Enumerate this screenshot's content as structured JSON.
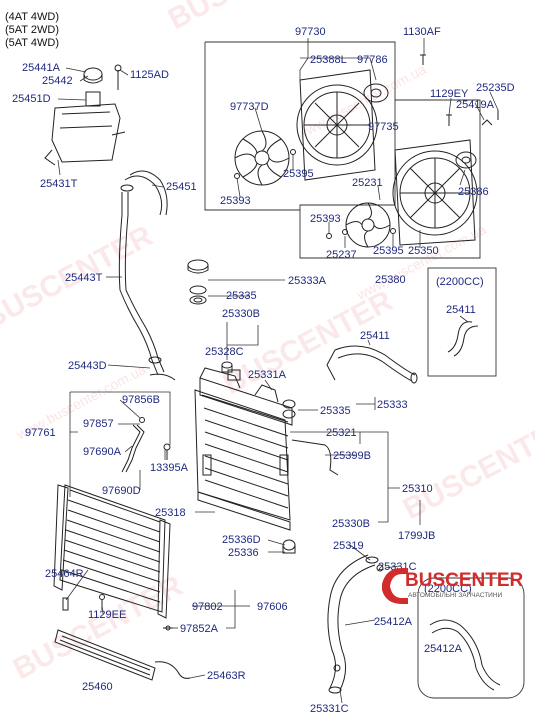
{
  "variant_notes": [
    "(4AT 4WD)",
    "(5AT 2WD)",
    "(5AT 4WD)"
  ],
  "inset_labels": {
    "upper": "(2200CC)",
    "lower": "(2200CC)"
  },
  "watermark": {
    "text": "BUSCENTER",
    "url_text": "www.buscenter.com.ua"
  },
  "logo": {
    "main": "BUSCENTER",
    "tagline": "АВТОМОБІЛЬНІ ЗАПЧАСТИНИ"
  },
  "callouts": {
    "c25441A": "25441A",
    "c25442": "25442",
    "c25451D": "25451D",
    "c1125AD": "1125AD",
    "c25431T": "25431T",
    "c25451": "25451",
    "c25443T": "25443T",
    "c25443D": "25443D",
    "c97730": "97730",
    "c25388L": "25388L",
    "c97786": "97786",
    "c1130AF": "1130AF",
    "c97737D": "97737D",
    "c97735": "97735",
    "c25395a": "25395",
    "c25393a": "25393",
    "c1129EY": "1129EY",
    "c25235D": "25235D",
    "c25419A": "25419A",
    "c25231": "25231",
    "c25386": "25386",
    "c25393b": "25393",
    "c25237": "25237",
    "c25395b": "25395",
    "c25350": "25350",
    "c25380": "25380",
    "c25333A": "25333A",
    "c25335a": "25335",
    "c25330B_top": "25330B",
    "c25328C": "25328C",
    "c25411_inset": "25411",
    "c25411": "25411",
    "c25331A": "25331A",
    "c25335b": "25335",
    "c25333": "25333",
    "c97856B": "97856B",
    "c97857": "97857",
    "c97761": "97761",
    "c97690A": "97690A",
    "c97690D": "97690D",
    "c13395A": "13395A",
    "c25321": "25321",
    "c25399B": "25399B",
    "c25310": "25310",
    "c25318": "25318",
    "c25330B": "25330B",
    "c1799JB": "1799JB",
    "c25336D": "25336D",
    "c25336": "25336",
    "c25319": "25319",
    "c25331C_top": "25331C",
    "c25464R": "25464R",
    "c1129EE": "1129EE",
    "c97802": "97802",
    "c97606": "97606",
    "c97852A": "97852A",
    "c25412A": "25412A",
    "c25412A_inset": "25412A",
    "c25460": "25460",
    "c25463R": "25463R",
    "c25331C": "25331C"
  }
}
